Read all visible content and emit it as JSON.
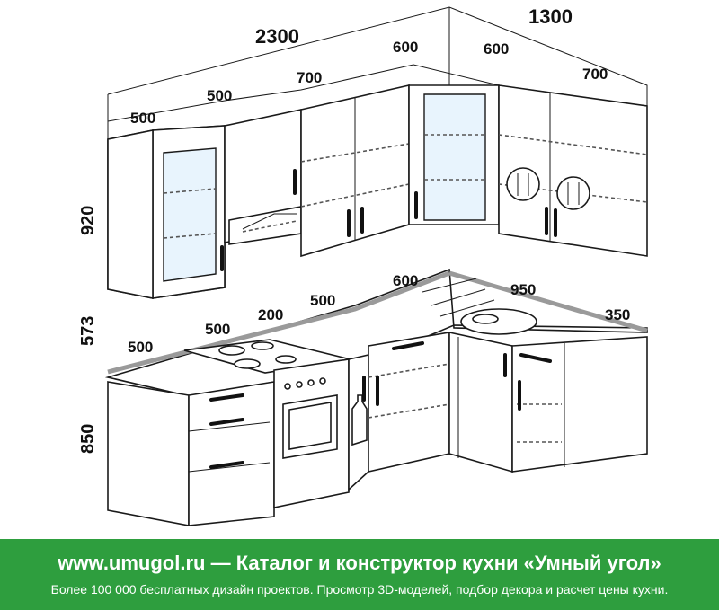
{
  "dimensions": {
    "total_left": "2300",
    "total_right": "1300",
    "upper": [
      "500",
      "500",
      "700",
      "600",
      "600",
      "700"
    ],
    "heights": {
      "upper": "920",
      "gap": "573",
      "base": "850"
    },
    "base": [
      "500",
      "500",
      "200",
      "500",
      "600",
      "950",
      "350"
    ]
  },
  "footer": {
    "title": "www.umugol.ru — Каталог и конструктор кухни «Умный угол»",
    "subtitle": "Более 100 000 бесплатных дизайн проектов. Просмотр 3D-моделей, подбор декора и расчет цены кухни."
  },
  "colors": {
    "footer_bg": "#2e9e3e",
    "glass": "#e8f4fd",
    "countertop_edge": "#9a9a9a"
  }
}
